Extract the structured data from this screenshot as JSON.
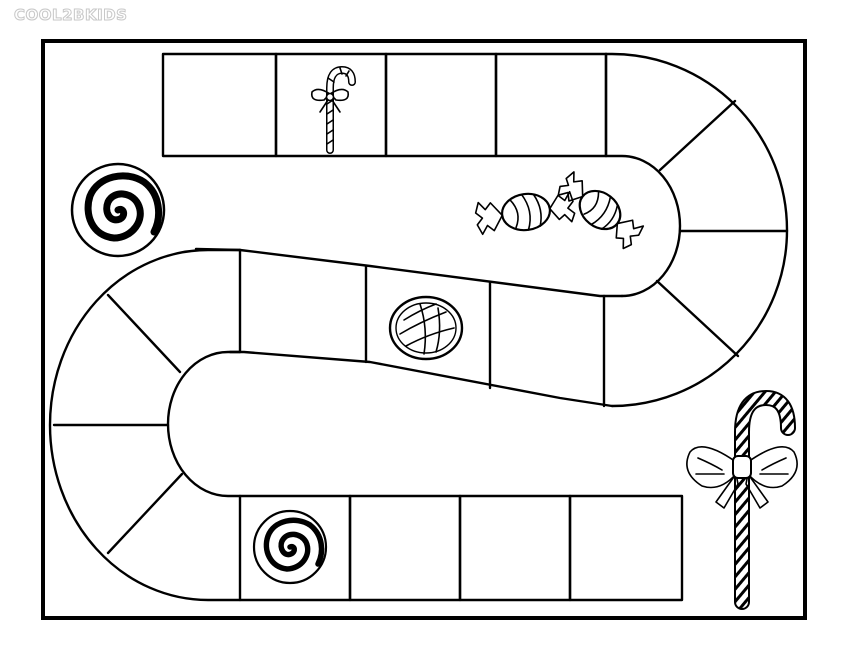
{
  "watermark": "COOL2BKIDS",
  "board": {
    "track": [
      {
        "id": 1,
        "kind": "start-row",
        "icon": null
      },
      {
        "id": 2,
        "kind": "square",
        "icon": "candy-cane-icon"
      },
      {
        "id": 3,
        "kind": "square",
        "icon": null
      },
      {
        "id": 4,
        "kind": "square",
        "icon": null
      },
      {
        "id": 5,
        "kind": "square",
        "icon": null
      },
      {
        "id": 6,
        "kind": "curve",
        "icon": null
      },
      {
        "id": 7,
        "kind": "curve",
        "icon": null
      },
      {
        "id": 8,
        "kind": "curve",
        "icon": null
      },
      {
        "id": 9,
        "kind": "curve",
        "icon": null
      },
      {
        "id": 10,
        "kind": "curve",
        "icon": null
      },
      {
        "id": 11,
        "kind": "square",
        "icon": null
      },
      {
        "id": 12,
        "kind": "square",
        "icon": "hard-candy-icon"
      },
      {
        "id": 13,
        "kind": "square",
        "icon": null
      },
      {
        "id": 14,
        "kind": "curve",
        "icon": null
      },
      {
        "id": 15,
        "kind": "curve",
        "icon": null
      },
      {
        "id": 16,
        "kind": "curve",
        "icon": null
      },
      {
        "id": 17,
        "kind": "curve",
        "icon": null
      },
      {
        "id": 18,
        "kind": "square",
        "icon": "swirl-lollipop-icon"
      },
      {
        "id": 19,
        "kind": "square",
        "icon": null
      },
      {
        "id": 20,
        "kind": "square",
        "icon": null
      },
      {
        "id": 21,
        "kind": "square",
        "icon": null
      }
    ],
    "decorations": [
      "swirl-lollipop-icon",
      "wrapped-candies-icon",
      "candy-cane-icon"
    ]
  }
}
